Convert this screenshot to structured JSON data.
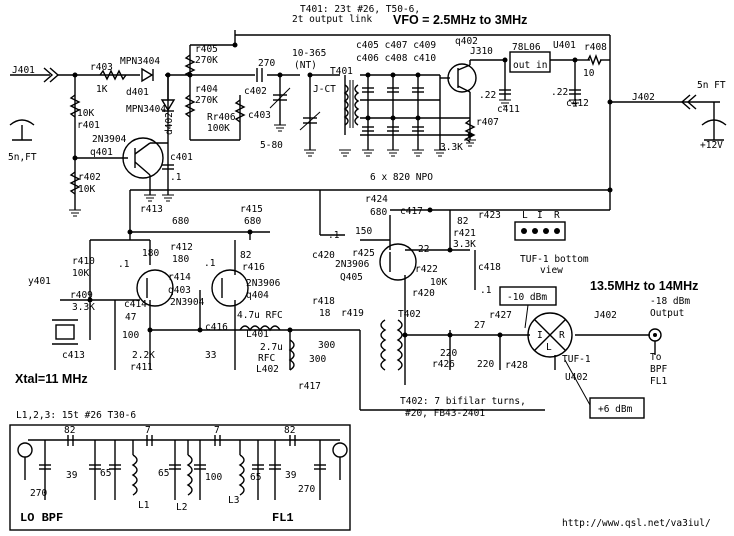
{
  "header": {
    "t401_line1": "T401: 23t #26, T50-6,",
    "t401_line2": "2t output link",
    "vfo": "VFO = 2.5MHz to 3MHz"
  },
  "components": {
    "j401": "J401",
    "j402_top": "J402",
    "j402_out": "J402",
    "ant_left": "5n,FT",
    "ant_right": "5n FT",
    "r403": "r403",
    "r403_v": "1K",
    "d401": "d401",
    "mpn_a": "MPN3404",
    "mpn_b": "MPN3404",
    "d402": "d402",
    "r401_v": "10K",
    "r401": "r401",
    "r402": "r402",
    "r402_v": "10K",
    "q401_t": "2N3904",
    "q401": "q401",
    "c401": "c401",
    "c401_v": ".1",
    "r405": "r405",
    "r405_v": "270K",
    "r404": "r404",
    "r404_v": "270K",
    "rr406": "Rr406",
    "rr406_v": "100K",
    "c402_v": "270",
    "c402": "c402",
    "c403": "c403",
    "c403_v": "5-80",
    "trim_a": "10-365",
    "trim_b": "(NT)",
    "jct": "J-CT",
    "t401": "T401",
    "caps_top1": "c405 c407 c409",
    "caps_top2": "c406 c408 c410",
    "caps_bank": "6 x 820 NPO",
    "q402": "q402",
    "j310": "J310",
    "reg": "78L06",
    "reg_out": "out",
    "reg_in": "in",
    "u401": "U401",
    "r408": "r408",
    "r408_v": "10",
    "c22a": ".22",
    "c411": "c411",
    "c22b": ".22",
    "c412": "c412",
    "r407": "r407",
    "r407_v": "3.3K",
    "supply": "+12V",
    "r413": "r413",
    "r413_v": "680",
    "r415": "r415",
    "r415_v": "680",
    "r424": "r424",
    "r424_v": "680",
    "c417": "c417",
    "c82": "82",
    "r423": "r423",
    "r421": "r421",
    "r421_v": "3.3K",
    "c_1a": ".1",
    "c_150": "150",
    "c420": "c420",
    "r425": "r425",
    "q405_t": "2N3906",
    "q405": "Q405",
    "c_22": "22",
    "r422": "r422",
    "r422_v": "10K",
    "r420": "r420",
    "c418": "c418",
    "c418_v": ".1",
    "tuf_title": "TUF-1 bottom",
    "tuf_view": "view",
    "pin_l": "L",
    "pin_i": "I",
    "pin_r": "R",
    "r410": "r410",
    "r410_v": "10K",
    "c_1b": ".1",
    "r412_v": "180",
    "r412": "r412",
    "r414_v": "180",
    "r414": "r414",
    "q403": "q403",
    "q403_t": "2N3904",
    "r416_v": "82",
    "r416": "r416",
    "q404_t": "2N3906",
    "q404": "q404",
    "c_1c": ".1",
    "y401": "y401",
    "r409": "r409",
    "r409_v": "3.3K",
    "c414": "c414",
    "c414_v": "47",
    "c415_v": "100",
    "c413": "c413",
    "r411_v": "2.2K",
    "r411": "r411",
    "l401_v": "4.7u RFC",
    "l401": "L401",
    "c416": "c416",
    "c416_v": "33",
    "l402_v": "2.7u",
    "l402_rfc": "RFC",
    "l402": "L402",
    "r418": "r418",
    "r418_v": "18",
    "r419": "r419",
    "r300a": "300",
    "r300b": "300",
    "r417": "r417",
    "t402": "T402",
    "r427": "r427",
    "r427_v": "27",
    "r426_v": "220",
    "r426": "r426",
    "r428_v": "220",
    "r428": "r428",
    "mix_i": "I",
    "mix_r": "R",
    "mix_l": "L",
    "tuf": "TUF-1",
    "u402": "U402",
    "dbm_neg": "-10 dBm",
    "dbm_pos": "+6 dBm",
    "freq_out": "13.5MHz to 14MHz",
    "out_lvl": "-18 dBm",
    "out_word": "Output",
    "to_to": "To",
    "to_bpf": "BPF",
    "to_fl1": "FL1",
    "xtal": "Xtal=11 MHz",
    "t402_note1": "T402: 7 bifilar turns,",
    "t402_note2": "#20, FB43-2401"
  },
  "filter": {
    "coils": "L1,2,3:  15t #26 T30-6",
    "c82a": "82",
    "c7a": "7",
    "c7b": "7",
    "c82b": "82",
    "c270a": "270",
    "c39a": "39",
    "c65a": "65",
    "l1": "L1",
    "c65b": "65",
    "l2": "L2",
    "c100": "100",
    "l3": "L3",
    "c65c": "65",
    "c39b": "39",
    "c270b": "270",
    "lo_bpf": "LO BPF",
    "fl1": "FL1"
  },
  "footer": {
    "url": "http://www.qsl.net/va3iul/"
  }
}
